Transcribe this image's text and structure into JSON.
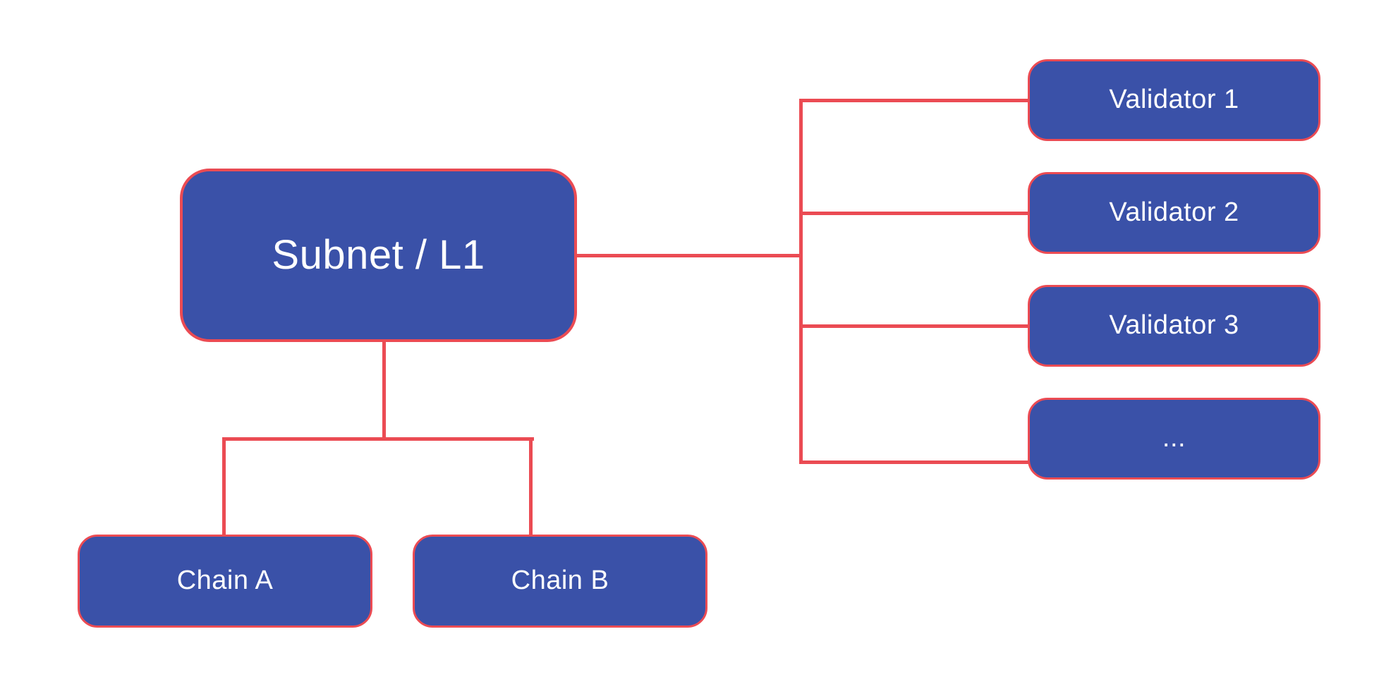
{
  "diagram": {
    "root": {
      "label": "Subnet / L1"
    },
    "chains": [
      {
        "label": "Chain A"
      },
      {
        "label": "Chain B"
      }
    ],
    "validators": [
      {
        "label": "Validator 1"
      },
      {
        "label": "Validator 2"
      },
      {
        "label": "Validator 3"
      },
      {
        "label": "..."
      }
    ],
    "edges": [
      {
        "from": "Subnet / L1",
        "to": "Chain A"
      },
      {
        "from": "Subnet / L1",
        "to": "Chain B"
      },
      {
        "from": "Subnet / L1",
        "to": "Validator 1"
      },
      {
        "from": "Subnet / L1",
        "to": "Validator 2"
      },
      {
        "from": "Subnet / L1",
        "to": "Validator 3"
      },
      {
        "from": "Subnet / L1",
        "to": "..."
      }
    ],
    "colors": {
      "node_fill": "#3A51A8",
      "node_border": "#EB4B53",
      "connector": "#EB4B53",
      "label_text": "#FFFFFF",
      "background": "#FFFFFF"
    }
  }
}
